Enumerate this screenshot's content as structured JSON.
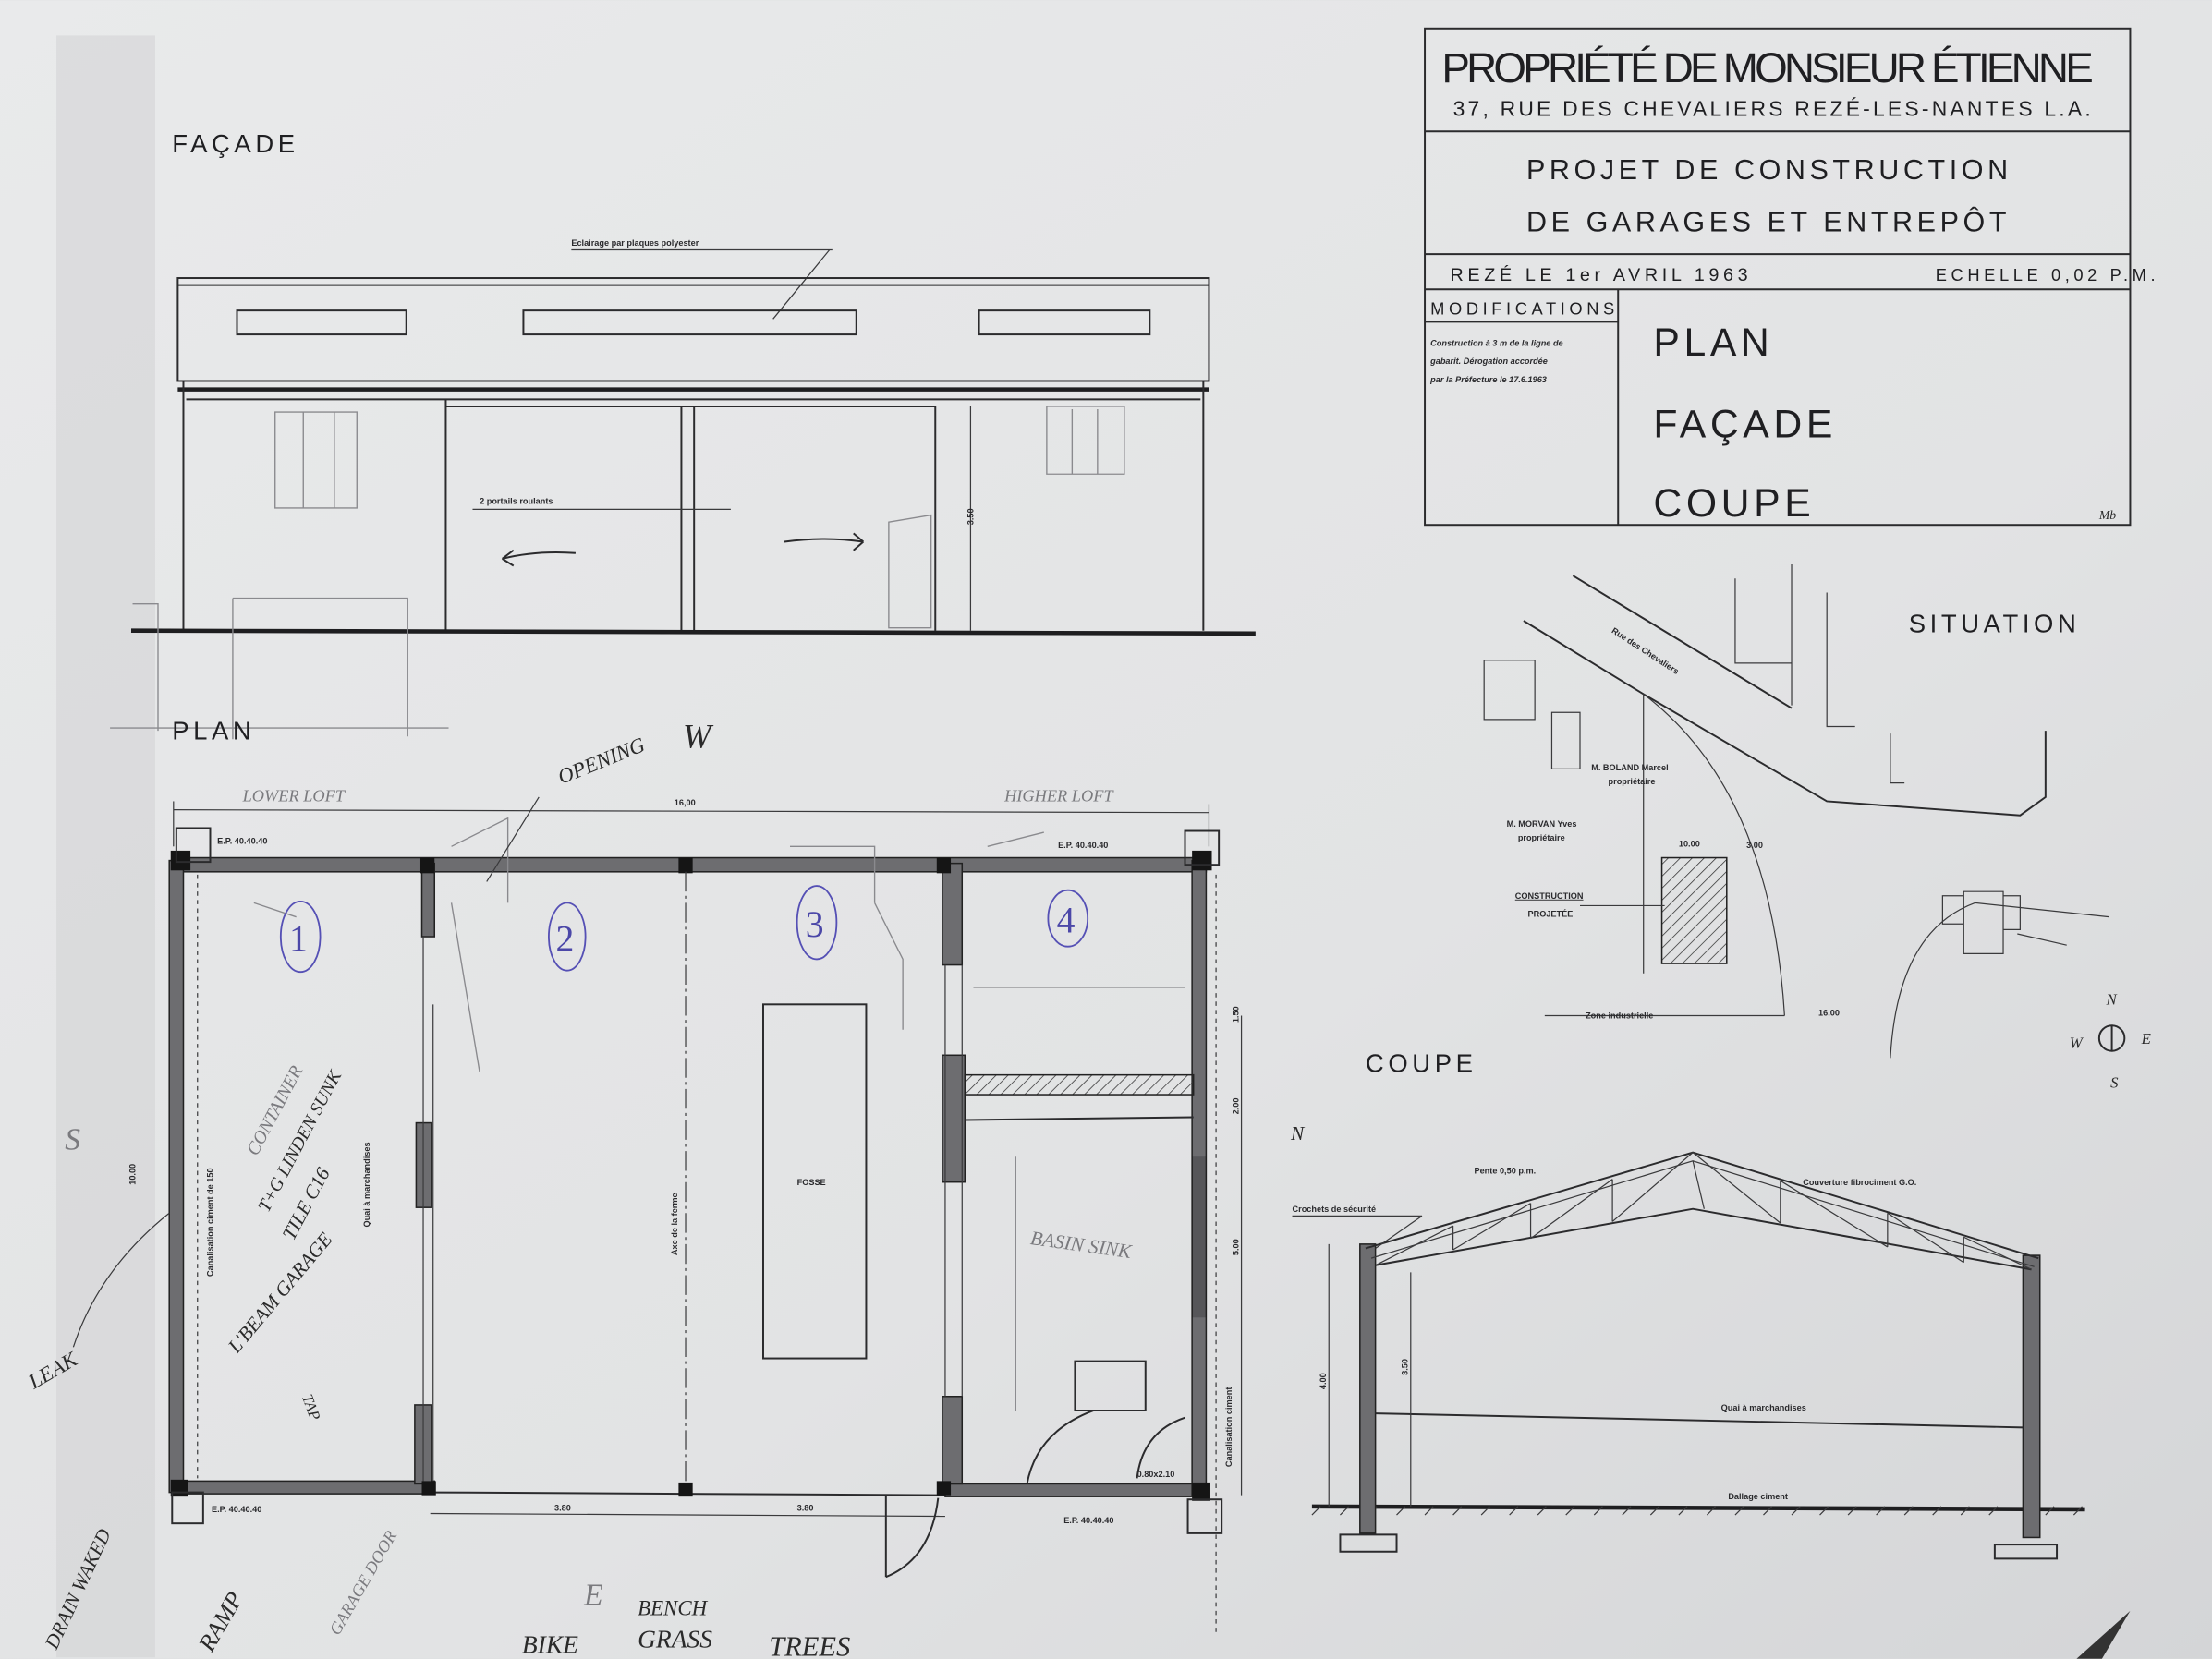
{
  "title_block": {
    "owner": "PROPRIÉTÉ DE MONSIEUR ÉTIENNE",
    "address": "37, RUE DES CHEVALIERS  REZÉ-LES-NANTES L.A.",
    "project_line1": "PROJET DE CONSTRUCTION",
    "project_line2": "DE GARAGES ET ENTREPÔT",
    "date": "REZÉ LE 1er AVRIL 1963",
    "scale": "ECHELLE 0,02 P.M.",
    "modifications_heading": "MODIFICATIONS",
    "modification_note": [
      "Construction à 3 m de la ligne de",
      "gabarit. Dérogation accordée",
      "par la Préfecture le 17.6.1963"
    ],
    "sheets": [
      "PLAN",
      "FAÇADE",
      "COUPE"
    ],
    "signature": "Mb"
  },
  "facade": {
    "title": "FAÇADE",
    "lighting_note": "Eclairage par plaques polyester",
    "doors_note": "2 portails roulants",
    "height_dim": "3.50"
  },
  "plan": {
    "title": "PLAN",
    "overall_width": "16,00",
    "corner_post_label": "E.P. 40.40.40",
    "bay_dims": [
      "3.80",
      "3.80"
    ],
    "pit_label": "FOSSE",
    "axis_label": "Axe de la ferme",
    "dock_label": "Quai à marchandises",
    "drain_left": "Canalisation ciment de 150",
    "drain_right": "Canalisation ciment",
    "side_dims": [
      "10.00",
      "1.50",
      "2.00",
      "5.00"
    ],
    "door_dim": "0.80x2.10"
  },
  "annotations": {
    "opening": "OPENING",
    "west": "W",
    "south": "S",
    "north": "N",
    "east": "E",
    "lower_loft": "LOWER LOFT",
    "higher_loft": "HIGHER LOFT",
    "bay_numbers": [
      "1",
      "2",
      "3",
      "4"
    ],
    "container": "CONTAINER",
    "linden": "T+G LINDEN SUNK",
    "tile": "TILE C16",
    "beam": "L'BEAM GARAGE",
    "leak": "LEAK",
    "tap": "TAP",
    "drain": "DRAIN WAKED",
    "ramp": "RAMP",
    "garage_door": "GARAGE DOOR",
    "basin": "BASIN SINK",
    "bench": "BENCH",
    "bike": "BIKE",
    "grass": "GRASS",
    "trees": "TREES"
  },
  "situation": {
    "title": "SITUATION",
    "street": "Rue des Chevaliers",
    "neighbor1": [
      "M. BOLAND Marcel",
      "propriétaire"
    ],
    "neighbor2": [
      "M. MORVAN Yves",
      "propriétaire"
    ],
    "construction": [
      "CONSTRUCTION",
      "PROJETÉE"
    ],
    "zone": "Zone industrielle",
    "dims": [
      "10.00",
      "16.00",
      "3.00"
    ],
    "compass": {
      "n": "N",
      "e": "E",
      "s": "S",
      "w": "W"
    }
  },
  "coupe": {
    "title": "COUPE",
    "slope": "Pente 0,50 p.m.",
    "roofing": "Couverture fibrociment G.O.",
    "hooks": "Crochets de sécurité",
    "dock": "Quai à marchandises",
    "floor": "Dallage ciment",
    "dims": [
      "4.00",
      "3.50"
    ]
  }
}
